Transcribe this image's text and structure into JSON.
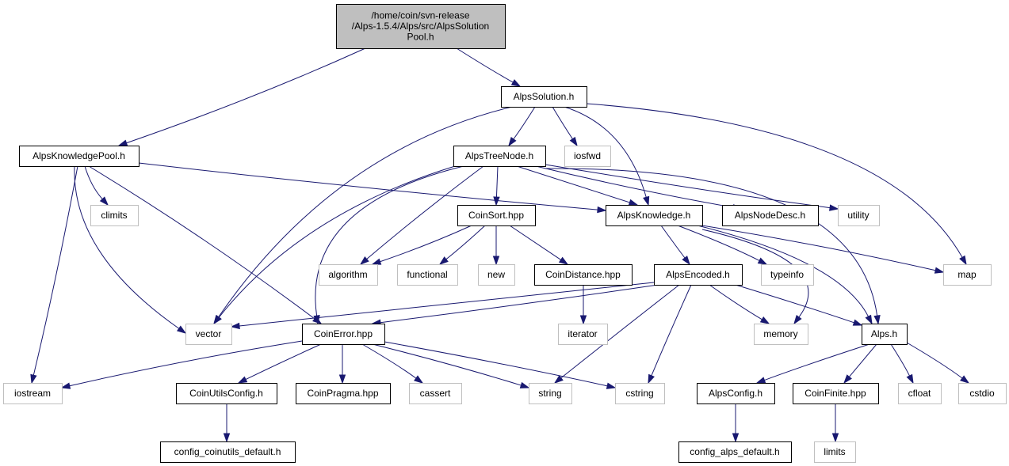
{
  "colors": {
    "edge": "#191970",
    "root_fill": "#bfbfbf",
    "documented_border": "#000000",
    "external_border": "#bfbfbf",
    "background": "#ffffff"
  },
  "nodes": [
    {
      "id": "root",
      "lines": [
        "/home/coin/svn-release",
        "/Alps-1.5.4/Alps/src/AlpsSolution",
        "Pool.h"
      ],
      "kind": "root"
    },
    {
      "id": "alpssolution",
      "lines": [
        "AlpsSolution.h"
      ],
      "kind": "documented"
    },
    {
      "id": "alpsknowledgepool",
      "lines": [
        "AlpsKnowledgePool.h"
      ],
      "kind": "documented"
    },
    {
      "id": "alpstreenode",
      "lines": [
        "AlpsTreeNode.h"
      ],
      "kind": "documented"
    },
    {
      "id": "iosfwd",
      "lines": [
        "iosfwd"
      ],
      "kind": "external"
    },
    {
      "id": "climits",
      "lines": [
        "climits"
      ],
      "kind": "external"
    },
    {
      "id": "coinsort",
      "lines": [
        "CoinSort.hpp"
      ],
      "kind": "documented"
    },
    {
      "id": "alpsknowledge",
      "lines": [
        "AlpsKnowledge.h"
      ],
      "kind": "documented"
    },
    {
      "id": "alpsnodedesc",
      "lines": [
        "AlpsNodeDesc.h"
      ],
      "kind": "documented"
    },
    {
      "id": "utility",
      "lines": [
        "utility"
      ],
      "kind": "external"
    },
    {
      "id": "algorithm",
      "lines": [
        "algorithm"
      ],
      "kind": "external"
    },
    {
      "id": "functional",
      "lines": [
        "functional"
      ],
      "kind": "external"
    },
    {
      "id": "new",
      "lines": [
        "new"
      ],
      "kind": "external"
    },
    {
      "id": "coindistance",
      "lines": [
        "CoinDistance.hpp"
      ],
      "kind": "documented"
    },
    {
      "id": "alpsencoded",
      "lines": [
        "AlpsEncoded.h"
      ],
      "kind": "documented"
    },
    {
      "id": "typeinfo",
      "lines": [
        "typeinfo"
      ],
      "kind": "external"
    },
    {
      "id": "map",
      "lines": [
        "map"
      ],
      "kind": "external"
    },
    {
      "id": "vector",
      "lines": [
        "vector"
      ],
      "kind": "external"
    },
    {
      "id": "coinerror",
      "lines": [
        "CoinError.hpp"
      ],
      "kind": "documented"
    },
    {
      "id": "iterator",
      "lines": [
        "iterator"
      ],
      "kind": "external"
    },
    {
      "id": "memory",
      "lines": [
        "memory"
      ],
      "kind": "external"
    },
    {
      "id": "alps",
      "lines": [
        "Alps.h"
      ],
      "kind": "documented"
    },
    {
      "id": "iostream",
      "lines": [
        "iostream"
      ],
      "kind": "external"
    },
    {
      "id": "coinutilsconfig",
      "lines": [
        "CoinUtilsConfig.h"
      ],
      "kind": "documented"
    },
    {
      "id": "coinpragma",
      "lines": [
        "CoinPragma.hpp"
      ],
      "kind": "documented"
    },
    {
      "id": "cassert",
      "lines": [
        "cassert"
      ],
      "kind": "external"
    },
    {
      "id": "string",
      "lines": [
        "string"
      ],
      "kind": "external"
    },
    {
      "id": "cstring",
      "lines": [
        "cstring"
      ],
      "kind": "external"
    },
    {
      "id": "alpsconfig",
      "lines": [
        "AlpsConfig.h"
      ],
      "kind": "documented"
    },
    {
      "id": "coinfinite",
      "lines": [
        "CoinFinite.hpp"
      ],
      "kind": "documented"
    },
    {
      "id": "cfloat",
      "lines": [
        "cfloat"
      ],
      "kind": "external"
    },
    {
      "id": "cstdio",
      "lines": [
        "cstdio"
      ],
      "kind": "external"
    },
    {
      "id": "config_coinutils_default",
      "lines": [
        "config_coinutils_default.h"
      ],
      "kind": "documented"
    },
    {
      "id": "config_alps_default",
      "lines": [
        "config_alps_default.h"
      ],
      "kind": "documented"
    },
    {
      "id": "limits",
      "lines": [
        "limits"
      ],
      "kind": "external"
    }
  ],
  "edges": [
    {
      "from": "root",
      "to": "alpssolution"
    },
    {
      "from": "root",
      "to": "alpsknowledgepool"
    },
    {
      "from": "alpssolution",
      "to": "alpstreenode"
    },
    {
      "from": "alpssolution",
      "to": "iosfwd"
    },
    {
      "from": "alpssolution",
      "to": "alpsknowledge"
    },
    {
      "from": "alpssolution",
      "to": "vector"
    },
    {
      "from": "alpssolution",
      "to": "map"
    },
    {
      "from": "alpsknowledgepool",
      "to": "climits"
    },
    {
      "from": "alpsknowledgepool",
      "to": "alpsknowledge"
    },
    {
      "from": "alpsknowledgepool",
      "to": "vector"
    },
    {
      "from": "alpsknowledgepool",
      "to": "coinerror"
    },
    {
      "from": "alpsknowledgepool",
      "to": "iostream"
    },
    {
      "from": "alpstreenode",
      "to": "coinsort"
    },
    {
      "from": "alpstreenode",
      "to": "alpsknowledge"
    },
    {
      "from": "alpstreenode",
      "to": "alpsnodedesc"
    },
    {
      "from": "alpstreenode",
      "to": "utility"
    },
    {
      "from": "alpstreenode",
      "to": "algorithm"
    },
    {
      "from": "alpstreenode",
      "to": "vector"
    },
    {
      "from": "alpstreenode",
      "to": "coinerror"
    },
    {
      "from": "alpstreenode",
      "to": "alps"
    },
    {
      "from": "coinsort",
      "to": "algorithm"
    },
    {
      "from": "coinsort",
      "to": "functional"
    },
    {
      "from": "coinsort",
      "to": "new"
    },
    {
      "from": "coinsort",
      "to": "coindistance"
    },
    {
      "from": "coindistance",
      "to": "iterator"
    },
    {
      "from": "alpsknowledge",
      "to": "alpsencoded"
    },
    {
      "from": "alpsknowledge",
      "to": "typeinfo"
    },
    {
      "from": "alpsknowledge",
      "to": "map"
    },
    {
      "from": "alpsknowledge",
      "to": "memory"
    },
    {
      "from": "alpsknowledge",
      "to": "alps"
    },
    {
      "from": "alpsencoded",
      "to": "vector"
    },
    {
      "from": "alpsencoded",
      "to": "coinerror"
    },
    {
      "from": "alpsencoded",
      "to": "memory"
    },
    {
      "from": "alpsencoded",
      "to": "alps"
    },
    {
      "from": "alpsencoded",
      "to": "string"
    },
    {
      "from": "alpsencoded",
      "to": "cstring"
    },
    {
      "from": "coinerror",
      "to": "iostream"
    },
    {
      "from": "coinerror",
      "to": "coinutilsconfig"
    },
    {
      "from": "coinerror",
      "to": "coinpragma"
    },
    {
      "from": "coinerror",
      "to": "cassert"
    },
    {
      "from": "coinerror",
      "to": "string"
    },
    {
      "from": "coinerror",
      "to": "cstring"
    },
    {
      "from": "coinutilsconfig",
      "to": "config_coinutils_default"
    },
    {
      "from": "alps",
      "to": "alpsconfig"
    },
    {
      "from": "alps",
      "to": "coinfinite"
    },
    {
      "from": "alps",
      "to": "cfloat"
    },
    {
      "from": "alps",
      "to": "cstdio"
    },
    {
      "from": "alpsconfig",
      "to": "config_alps_default"
    },
    {
      "from": "coinfinite",
      "to": "limits"
    }
  ]
}
